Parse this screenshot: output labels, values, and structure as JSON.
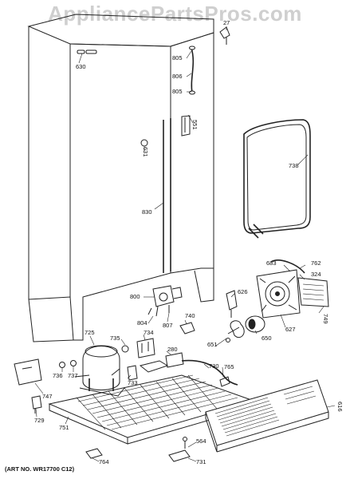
{
  "watermark": "AppliancePartsPros.com",
  "art_number": "(ART NO. WR17700 C12)",
  "part_labels": {
    "p630": "630",
    "p27": "27",
    "p805a": "805",
    "p806": "806",
    "p805b": "805",
    "p551": "551",
    "p631": "631",
    "p738": "738",
    "p830": "830",
    "p683": "683",
    "p762": "762",
    "p324": "324",
    "p626": "626",
    "p800": "800",
    "p749": "749",
    "p804": "804",
    "p807": "807",
    "p740": "740",
    "p627": "627",
    "p725": "725",
    "p734": "734",
    "p735": "735",
    "p651": "651",
    "p650": "650",
    "p280": "280",
    "p765": "765",
    "p730": "730",
    "p736": "736",
    "p737": "737",
    "p733": "733",
    "p747": "747",
    "p729": "729",
    "p751": "751",
    "p616": "616",
    "p564": "564",
    "p764": "764",
    "p731": "731"
  }
}
